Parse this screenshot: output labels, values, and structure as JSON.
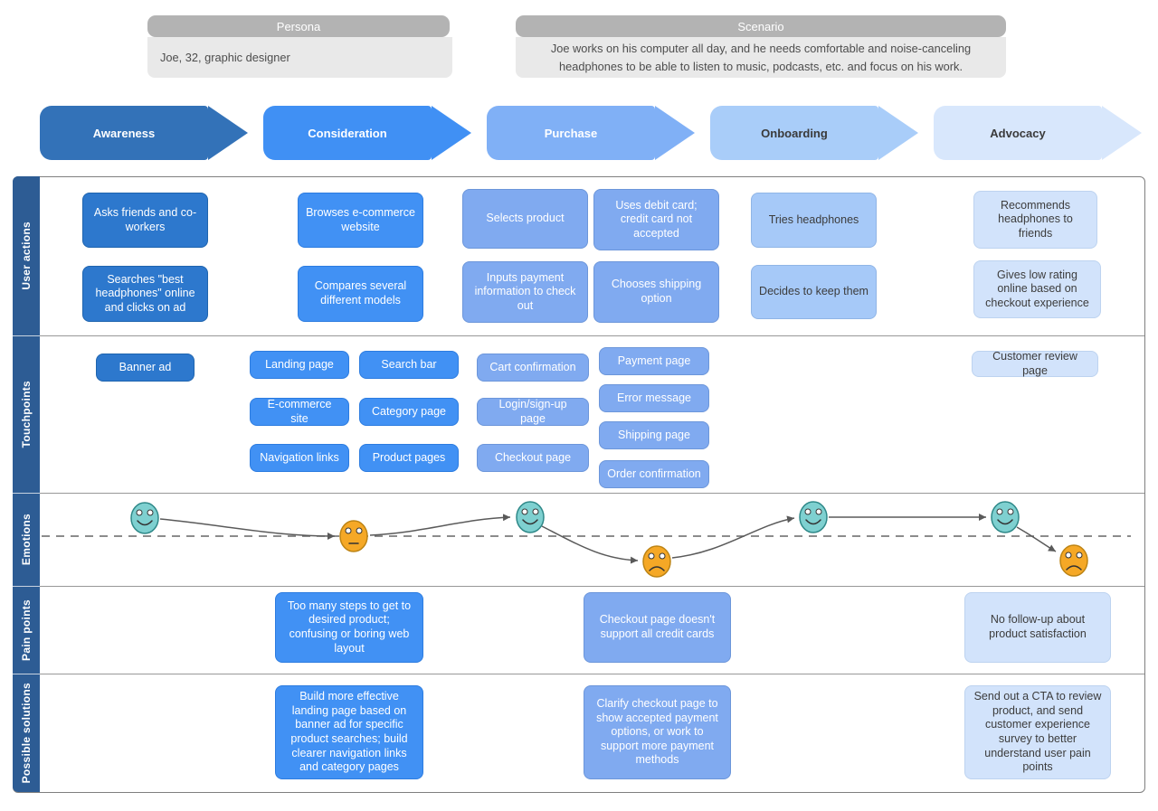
{
  "persona": {
    "title": "Persona",
    "description": "Joe, 32, graphic designer"
  },
  "scenario": {
    "title": "Scenario",
    "description": "Joe works on his computer all day, and he needs comfortable and noise-canceling headphones to be able to listen to music, podcasts, etc. and focus on his work."
  },
  "stages": [
    {
      "label": "Awareness",
      "color": "#3372b8"
    },
    {
      "label": "Consideration",
      "color": "#4090f4"
    },
    {
      "label": "Purchase",
      "color": "#80b0f6"
    },
    {
      "label": "Onboarding",
      "color": "#a9cdf9"
    },
    {
      "label": "Advocacy",
      "color": "#d8e7fc"
    }
  ],
  "rows": [
    "User actions",
    "Touchpoints",
    "Emotions",
    "Pain points",
    "Possible solutions"
  ],
  "user_actions": {
    "awareness": [
      "Asks friends and co-workers",
      "Searches \"best headphones\" online and clicks on ad"
    ],
    "consideration": [
      "Browses e-commerce website",
      "Compares several different models"
    ],
    "purchase": [
      "Selects product",
      "Uses debit card; credit card not accepted",
      "Inputs payment information to check out",
      "Chooses shipping option"
    ],
    "onboarding": [
      "Tries headphones",
      "Decides to keep them"
    ],
    "advocacy": [
      "Recommends headphones to friends",
      "Gives low rating online based on checkout experience"
    ]
  },
  "touchpoints": {
    "awareness": [
      "Banner ad"
    ],
    "consideration": [
      "Landing page",
      "Search bar",
      "E-commerce site",
      "Category page",
      "Navigation links",
      "Product pages"
    ],
    "purchase_left": [
      "Cart confirmation",
      "Login/sign-up page",
      "Checkout page"
    ],
    "purchase_right": [
      "Payment page",
      "Error message",
      "Shipping page",
      "Order confirmation"
    ],
    "advocacy": [
      "Customer review page"
    ]
  },
  "pain_points": {
    "consideration": "Too many steps to get to desired product; confusing or boring web layout",
    "purchase": "Checkout page doesn't support all credit cards",
    "advocacy": "No follow-up about product satisfaction"
  },
  "solutions": {
    "consideration": "Build more effective landing page based on banner ad for specific product searches; build clearer navigation links and category pages",
    "purchase": "Clarify checkout page to show accepted payment options, or work to support more payment methods",
    "advocacy": "Send out a CTA to review product, and send customer experience survey to better understand user pain points"
  },
  "emotions": [
    {
      "mood": "happy",
      "at": "Awareness"
    },
    {
      "mood": "neutral",
      "at": "Consideration"
    },
    {
      "mood": "happy",
      "at": "Purchase"
    },
    {
      "mood": "sad",
      "at": "Purchase checkout"
    },
    {
      "mood": "happy",
      "at": "Onboarding"
    },
    {
      "mood": "happy",
      "at": "Advocacy"
    },
    {
      "mood": "sad",
      "at": "Advocacy review"
    }
  ],
  "colors": {
    "sidebar": "#2d5c94",
    "awareness_card": "#2d78cd",
    "consideration_card": "#4191f4",
    "purchase_card": "#80aaf0",
    "onboarding_card": "#a6c9f8",
    "advocacy_card": "#d2e3fb",
    "header_gray": "#b3b3b3",
    "body_gray": "#e9e9e9",
    "emotion_positive": "#7ed0d0",
    "emotion_negative": "#f5a826"
  }
}
